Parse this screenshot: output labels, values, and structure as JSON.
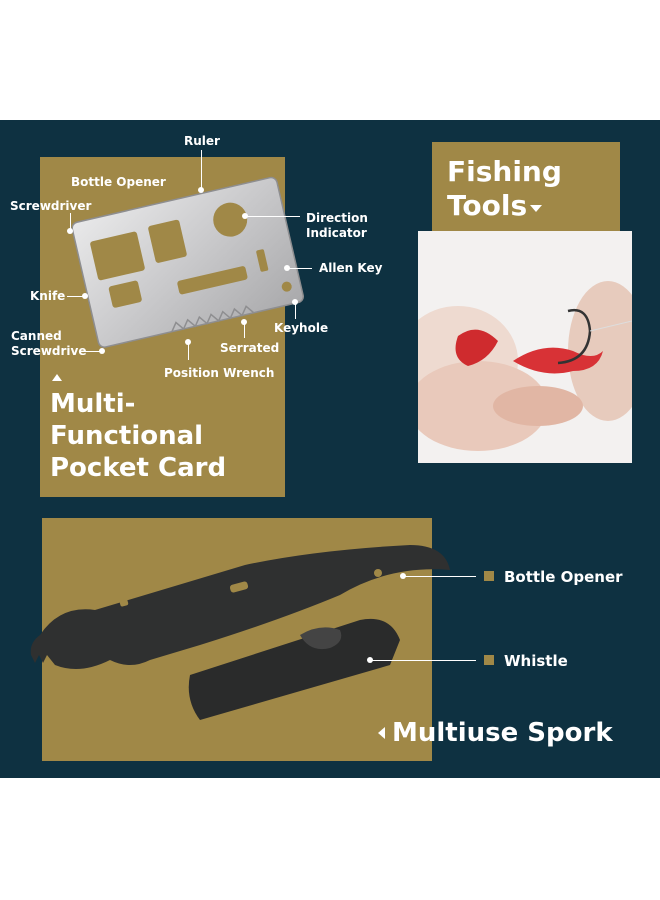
{
  "colors": {
    "navy": "#0e3141",
    "gold": "#a08847",
    "white": "#ffffff"
  },
  "card_panel": {
    "labels": {
      "ruler": "Ruler",
      "bottle_opener": "Bottle Opener",
      "screwdriver": "Screwdriver",
      "direction_indicator_1": "Direction",
      "direction_indicator_2": "Indicator",
      "allen_key": "Allen Key",
      "knife": "Knife",
      "keyhole": "Keyhole",
      "canned_screwdriver_1": "Canned",
      "canned_screwdriver_2": "Screwdrive",
      "serrated": "Serrated",
      "position_wrench": "Position Wrench"
    },
    "title_lines": [
      "Multi-",
      "Functional",
      "Pocket Card"
    ]
  },
  "fishing_panel": {
    "title_lines": [
      "Fishing",
      "Tools"
    ]
  },
  "spork_panel": {
    "callouts": {
      "bottle_opener": "Bottle Opener",
      "whistle": "Whistle"
    },
    "title": "Multiuse Spork"
  }
}
